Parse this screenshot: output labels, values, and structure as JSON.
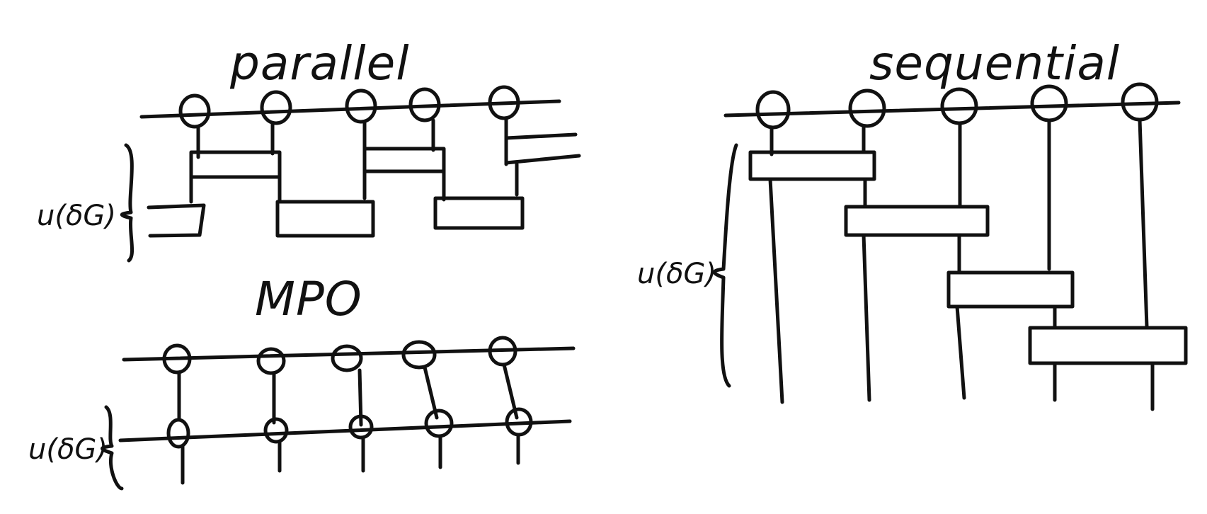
{
  "diagram": {
    "ink_color": "#111111",
    "background": "#ffffff",
    "parallel": {
      "title": "parallel",
      "brace_label": "u(δG)"
    },
    "mpo": {
      "title": "MPO",
      "brace_label": "u(δG)"
    },
    "sequential": {
      "title": "sequential",
      "brace_label": "u(δG)"
    }
  }
}
